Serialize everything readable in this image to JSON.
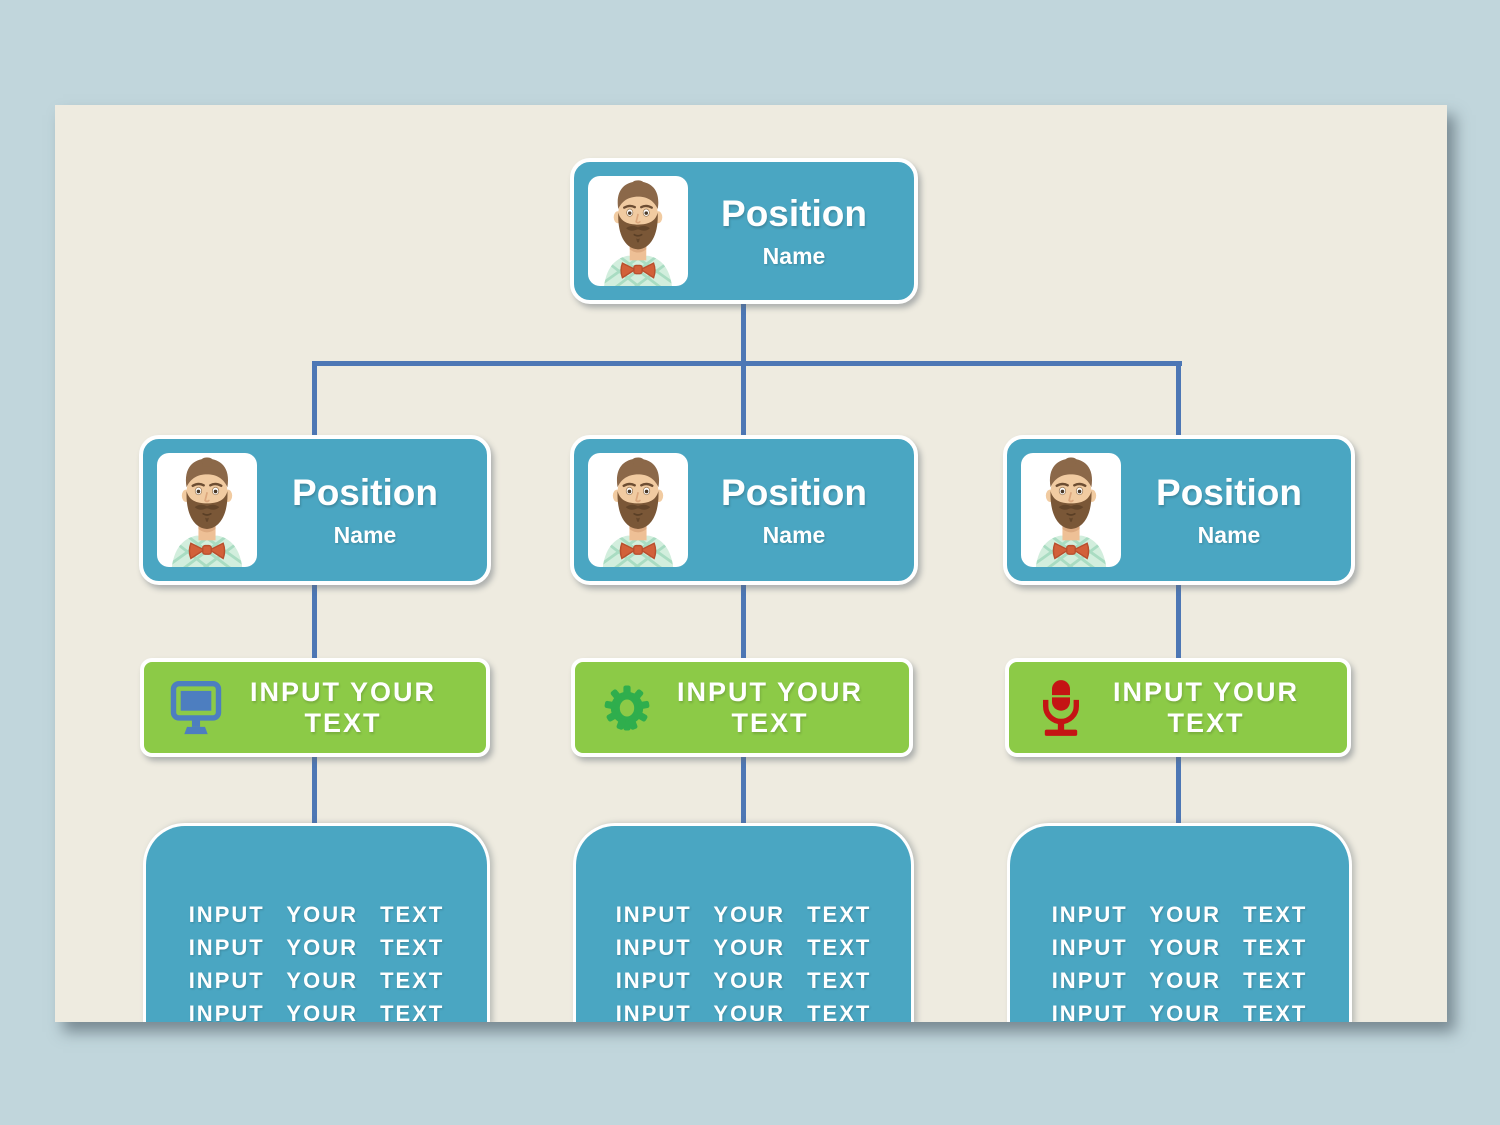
{
  "page": {
    "background_color": "#c1d6dc",
    "canvas_color": "#eeebe0"
  },
  "colors": {
    "card_teal": "#4aa6c2",
    "bar_green": "#8cca47",
    "connector_blue": "#4d77b5",
    "monitor_icon_blue": "#4d7ec0",
    "gear_icon_green": "#2fae4d",
    "mic_icon_red": "#c41414",
    "text_white": "#ffffff"
  },
  "root_card": {
    "title": "Position",
    "subtitle": "Name"
  },
  "columns": [
    {
      "card": {
        "title": "Position",
        "subtitle": "Name"
      },
      "label_bar": {
        "icon": "monitor-icon",
        "text": "INPUT YOUR TEXT"
      },
      "text_box": {
        "lines": [
          "INPUT YOUR TEXT",
          "INPUT YOUR TEXT",
          "INPUT YOUR TEXT",
          "INPUT YOUR TEXT"
        ]
      }
    },
    {
      "card": {
        "title": "Position",
        "subtitle": "Name"
      },
      "label_bar": {
        "icon": "gear-icon",
        "text": "INPUT YOUR TEXT"
      },
      "text_box": {
        "lines": [
          "INPUT YOUR TEXT",
          "INPUT YOUR TEXT",
          "INPUT YOUR TEXT",
          "INPUT YOUR TEXT"
        ]
      }
    },
    {
      "card": {
        "title": "Position",
        "subtitle": "Name"
      },
      "label_bar": {
        "icon": "microphone-icon",
        "text": "INPUT YOUR TEXT"
      },
      "text_box": {
        "lines": [
          "INPUT YOUR TEXT",
          "INPUT YOUR TEXT",
          "INPUT YOUR TEXT",
          "INPUT YOUR TEXT"
        ]
      }
    }
  ]
}
